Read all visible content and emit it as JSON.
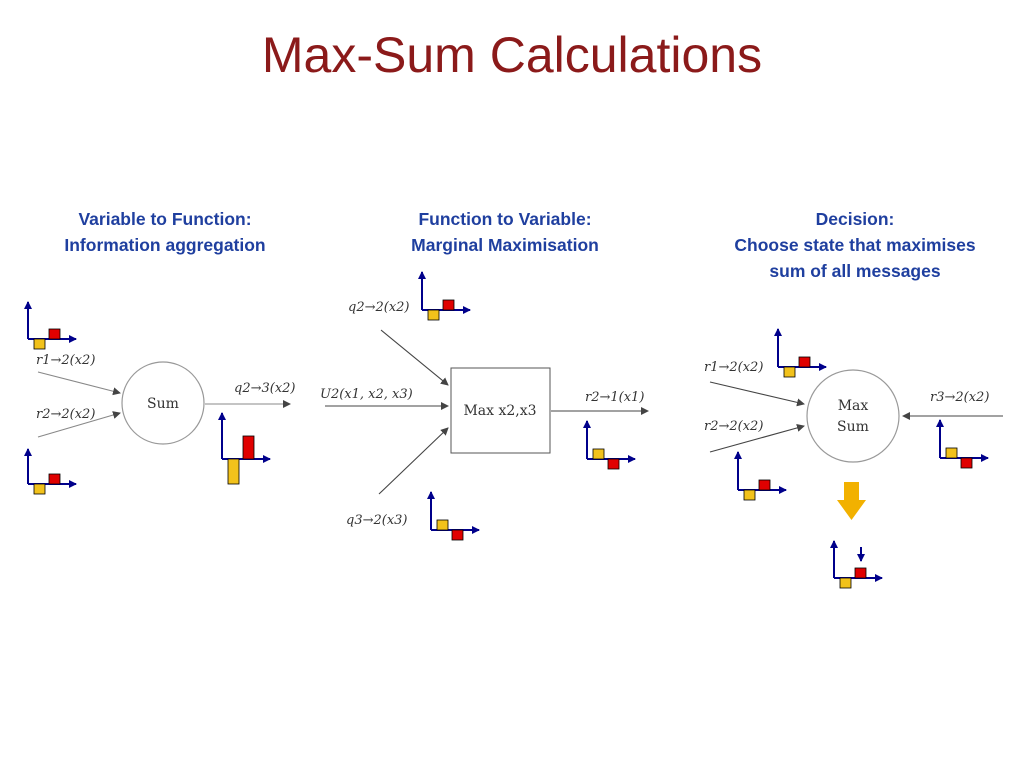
{
  "slide": {
    "title": "Max-Sum Calculations"
  },
  "panels": {
    "left": {
      "heading_line1": "Variable to Function:",
      "heading_line2": "Information aggregation",
      "node_label": "Sum",
      "in_top": "r1→2(x2)",
      "in_bottom": "r2→2(x2)",
      "out": "q2→3(x2)"
    },
    "middle": {
      "heading_line1": "Function to Variable:",
      "heading_line2": "Marginal Maximisation",
      "node_label": "Max x2,x3",
      "in_top": "q2→2(x2)",
      "in_mid": "U2(x1, x2, x3)",
      "in_bottom": "q3→2(x3)",
      "out": "r2→1(x1)"
    },
    "right": {
      "heading_line1": "Decision:",
      "heading_line2": "Choose state that maximises",
      "heading_line3": "sum of all messages",
      "node_label_line1": "Max",
      "node_label_line2": "Sum",
      "in_top": "r1→2(x2)",
      "in_bottom": "r2→2(x2)",
      "in_right": "r3→2(x2)"
    }
  },
  "colors": {
    "title": "#8b1a1a",
    "heading": "#1f3f9f",
    "axis": "#00008b",
    "bar_yellow": "#f2c21b",
    "bar_red": "#e00000",
    "decision_arrow": "#f2b100",
    "node_stroke": "#999999"
  }
}
